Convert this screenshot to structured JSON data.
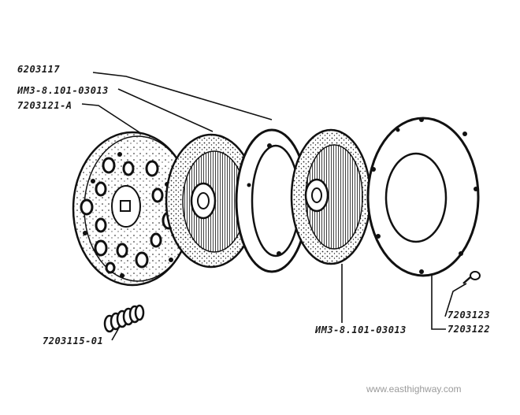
{
  "labels": {
    "top_1": "6203117",
    "top_2": "ИМЗ-8.101-03013",
    "top_3": "7203121-А",
    "spring": "7203115-01",
    "disc_bottom": "ИМЗ-8.101-03013",
    "right_1": "7203123",
    "right_2": "7203122"
  },
  "watermark": "www.easthighway.com",
  "colors": {
    "ink": "#111111",
    "paper": "#ffffff",
    "watermark": "#9a9a9a"
  }
}
